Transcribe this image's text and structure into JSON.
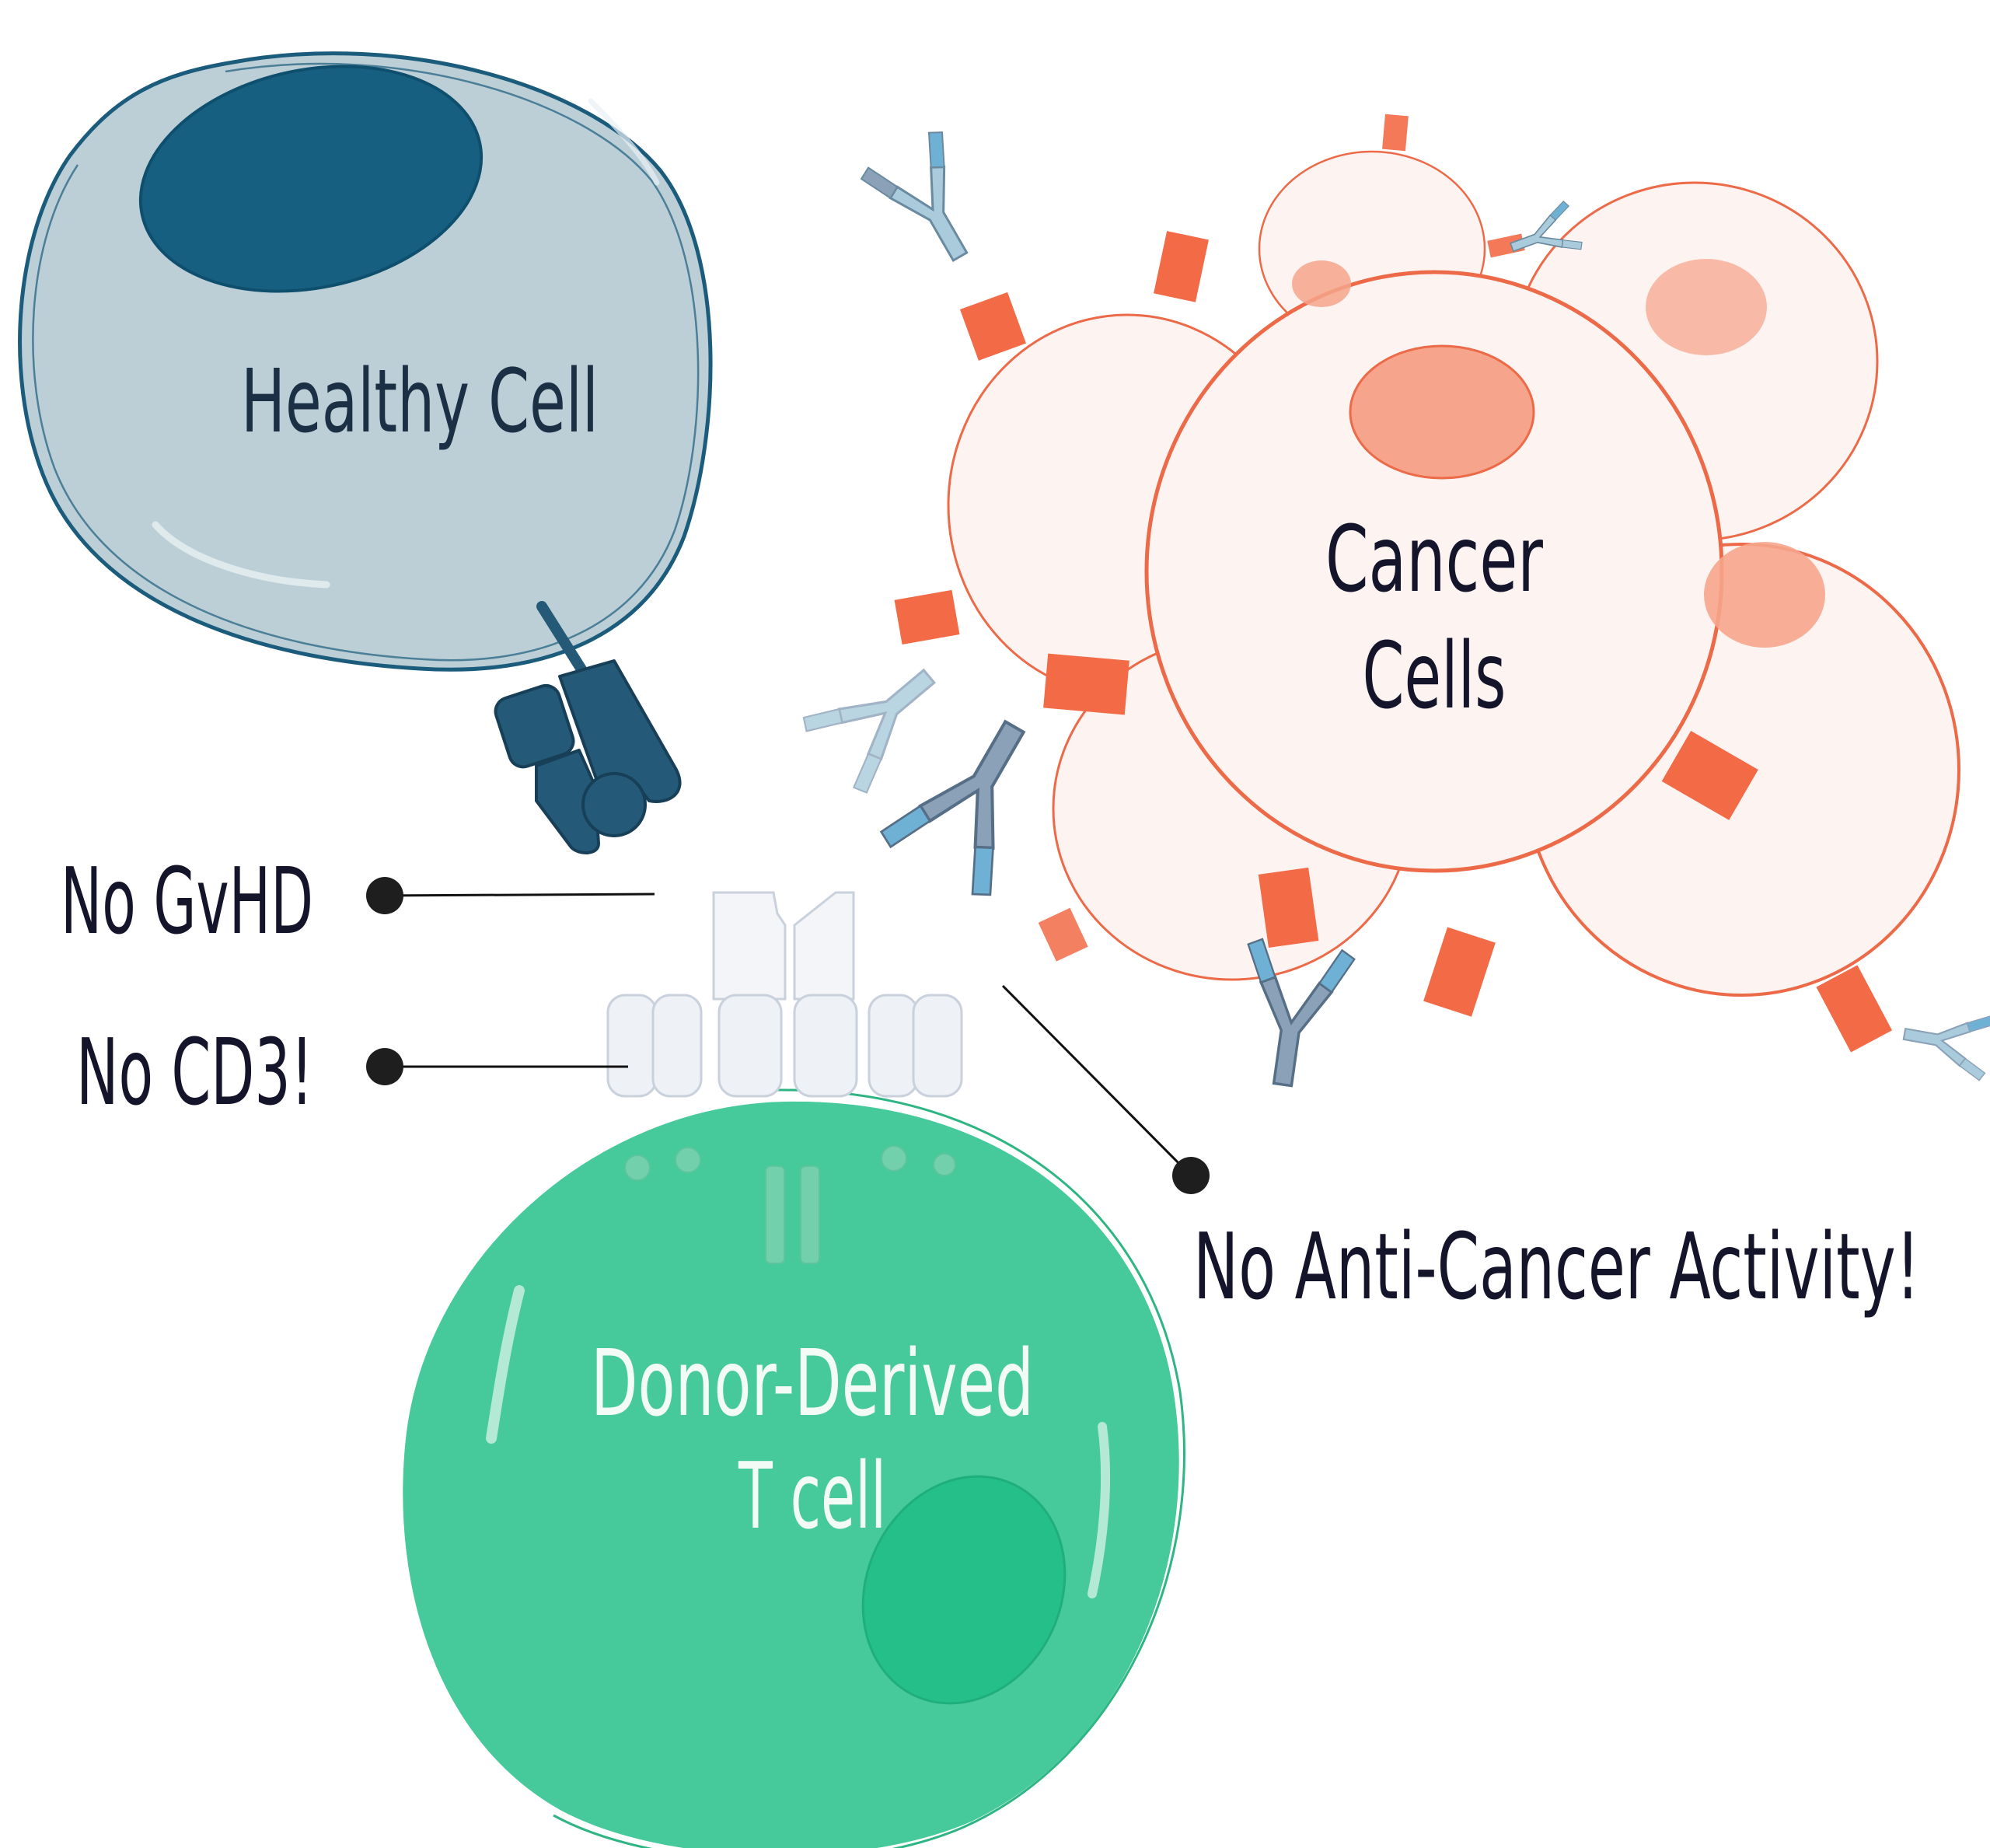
{
  "labels": {
    "healthy_cell": "Healthy Cell",
    "cancer_cells_line1": "Cancer",
    "cancer_cells_line2": "Cells",
    "t_cell_line1": "Donor-Derived",
    "t_cell_line2": "T cell",
    "callout_gvhd": "No GvHD",
    "callout_cd3": "No CD3!",
    "callout_anticancer": "No Anti-Cancer Activity!"
  },
  "colors": {
    "healthy_cell_fill": "#bccfd7",
    "healthy_cell_outline": "#1b5c7d",
    "healthy_nucleus": "#175f80",
    "mhc_receptor": "#245a78",
    "cancer_cell_fill": "#fdf4f1",
    "cancer_cell_outline": "#ec6a48",
    "cancer_nucleus": "#f6a58c",
    "cancer_antigen": "#f26a46",
    "antibody_light": "#aacbdc",
    "antibody_blue": "#6eb1d4",
    "antibody_slate": "#8aa1b8",
    "t_cell_fill": "#46c99b",
    "t_cell_outline": "#2fb584",
    "t_cell_nucleus": "#25bf89",
    "tcr_ghost": "#e9edf4",
    "callout_line": "#111111"
  }
}
